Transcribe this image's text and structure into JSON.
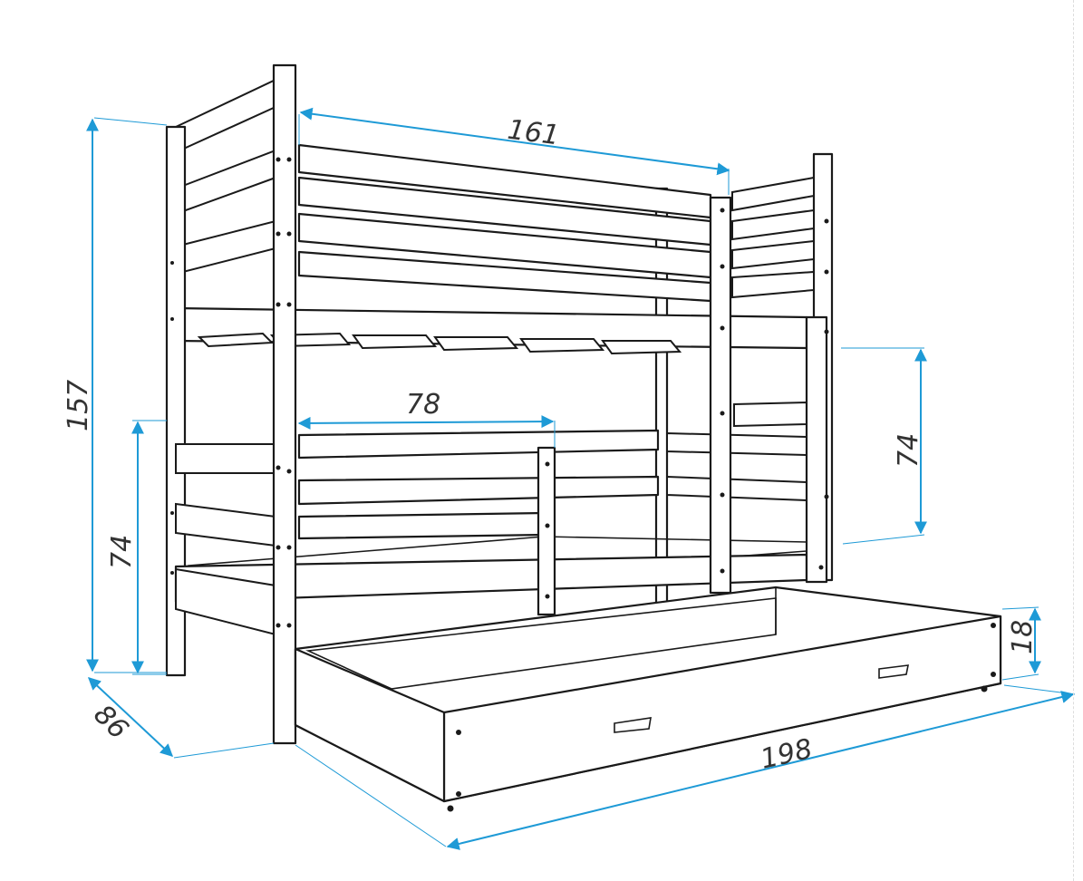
{
  "dimensions": {
    "length_top": "161",
    "height_total": "157",
    "guard_opening": "78",
    "lower_clearance": "74",
    "upper_clearance": "74",
    "drawer_height": "18",
    "depth": "86",
    "length_total": "198"
  },
  "colors": {
    "line": "#1a1a1a",
    "dimension": "#1e9ad6",
    "text": "#333333",
    "background": "#ffffff"
  }
}
